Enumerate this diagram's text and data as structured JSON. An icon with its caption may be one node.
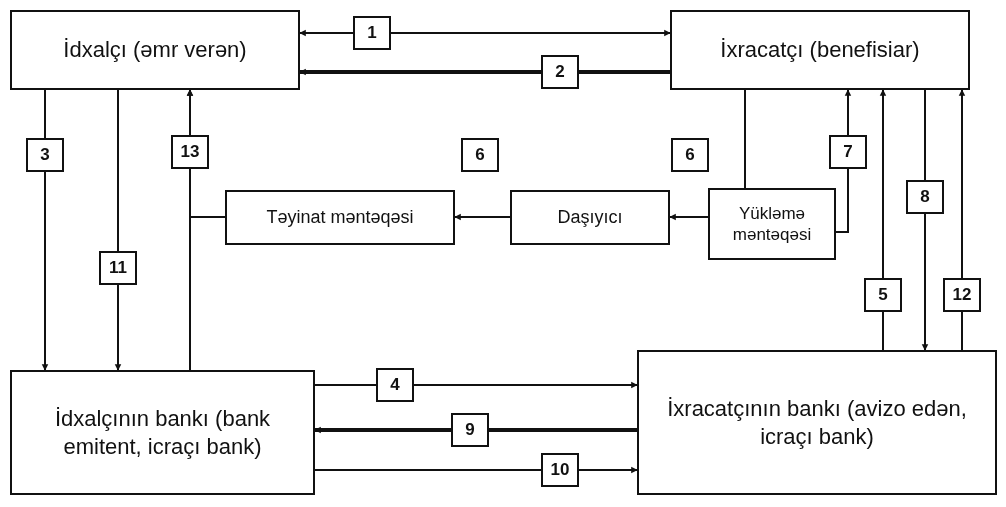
{
  "diagram": {
    "nodes": [
      {
        "text": [
          "İdxalçı (əmr verən)"
        ]
      },
      {
        "text": [
          "İxracatçı (benefisiar)"
        ]
      },
      {
        "text": [
          "Təyinat məntəqəsi"
        ]
      },
      {
        "text": [
          "Daşıyıcı"
        ]
      },
      {
        "text": [
          "Yükləmə məntəqəsi"
        ]
      },
      {
        "text": [
          "İdxalçının bankı (bank emitent, icraçı bank)"
        ]
      },
      {
        "text": [
          "İxracatçının bankı (avizo edən, icraçı bank)"
        ]
      }
    ],
    "edges": [
      {
        "from": 0,
        "to": 1,
        "arrow": "both",
        "label": "1"
      },
      {
        "from": 1,
        "to": 0,
        "arrow": "to",
        "label": "2",
        "style": "thick"
      },
      {
        "from": 0,
        "to": 5,
        "arrow": "to",
        "label": "3"
      },
      {
        "from": 0,
        "to": 5,
        "arrow": "to",
        "label": "11"
      },
      {
        "from": 5,
        "to": 0,
        "arrow": "to",
        "label": "13"
      },
      {
        "from": 2,
        "to": 0,
        "arrow": "to"
      },
      {
        "from": 4,
        "to": 3,
        "arrow": "to",
        "label": "6"
      },
      {
        "from": 3,
        "to": 2,
        "arrow": "to",
        "label": "6"
      },
      {
        "from": 1,
        "to": 4,
        "arrow": "none"
      },
      {
        "from": 4,
        "to": 1,
        "arrow": "to",
        "label": "7"
      },
      {
        "from": 6,
        "to": 1,
        "arrow": "to",
        "label": "5"
      },
      {
        "from": 1,
        "to": 6,
        "arrow": "to",
        "label": "8"
      },
      {
        "from": 6,
        "to": 1,
        "arrow": "to",
        "label": "12"
      },
      {
        "from": 5,
        "to": 6,
        "arrow": "to",
        "label": "4"
      },
      {
        "from": 6,
        "to": 5,
        "arrow": "to",
        "label": "9",
        "style": "thick"
      },
      {
        "from": 5,
        "to": 6,
        "arrow": "to",
        "label": "10"
      }
    ]
  }
}
